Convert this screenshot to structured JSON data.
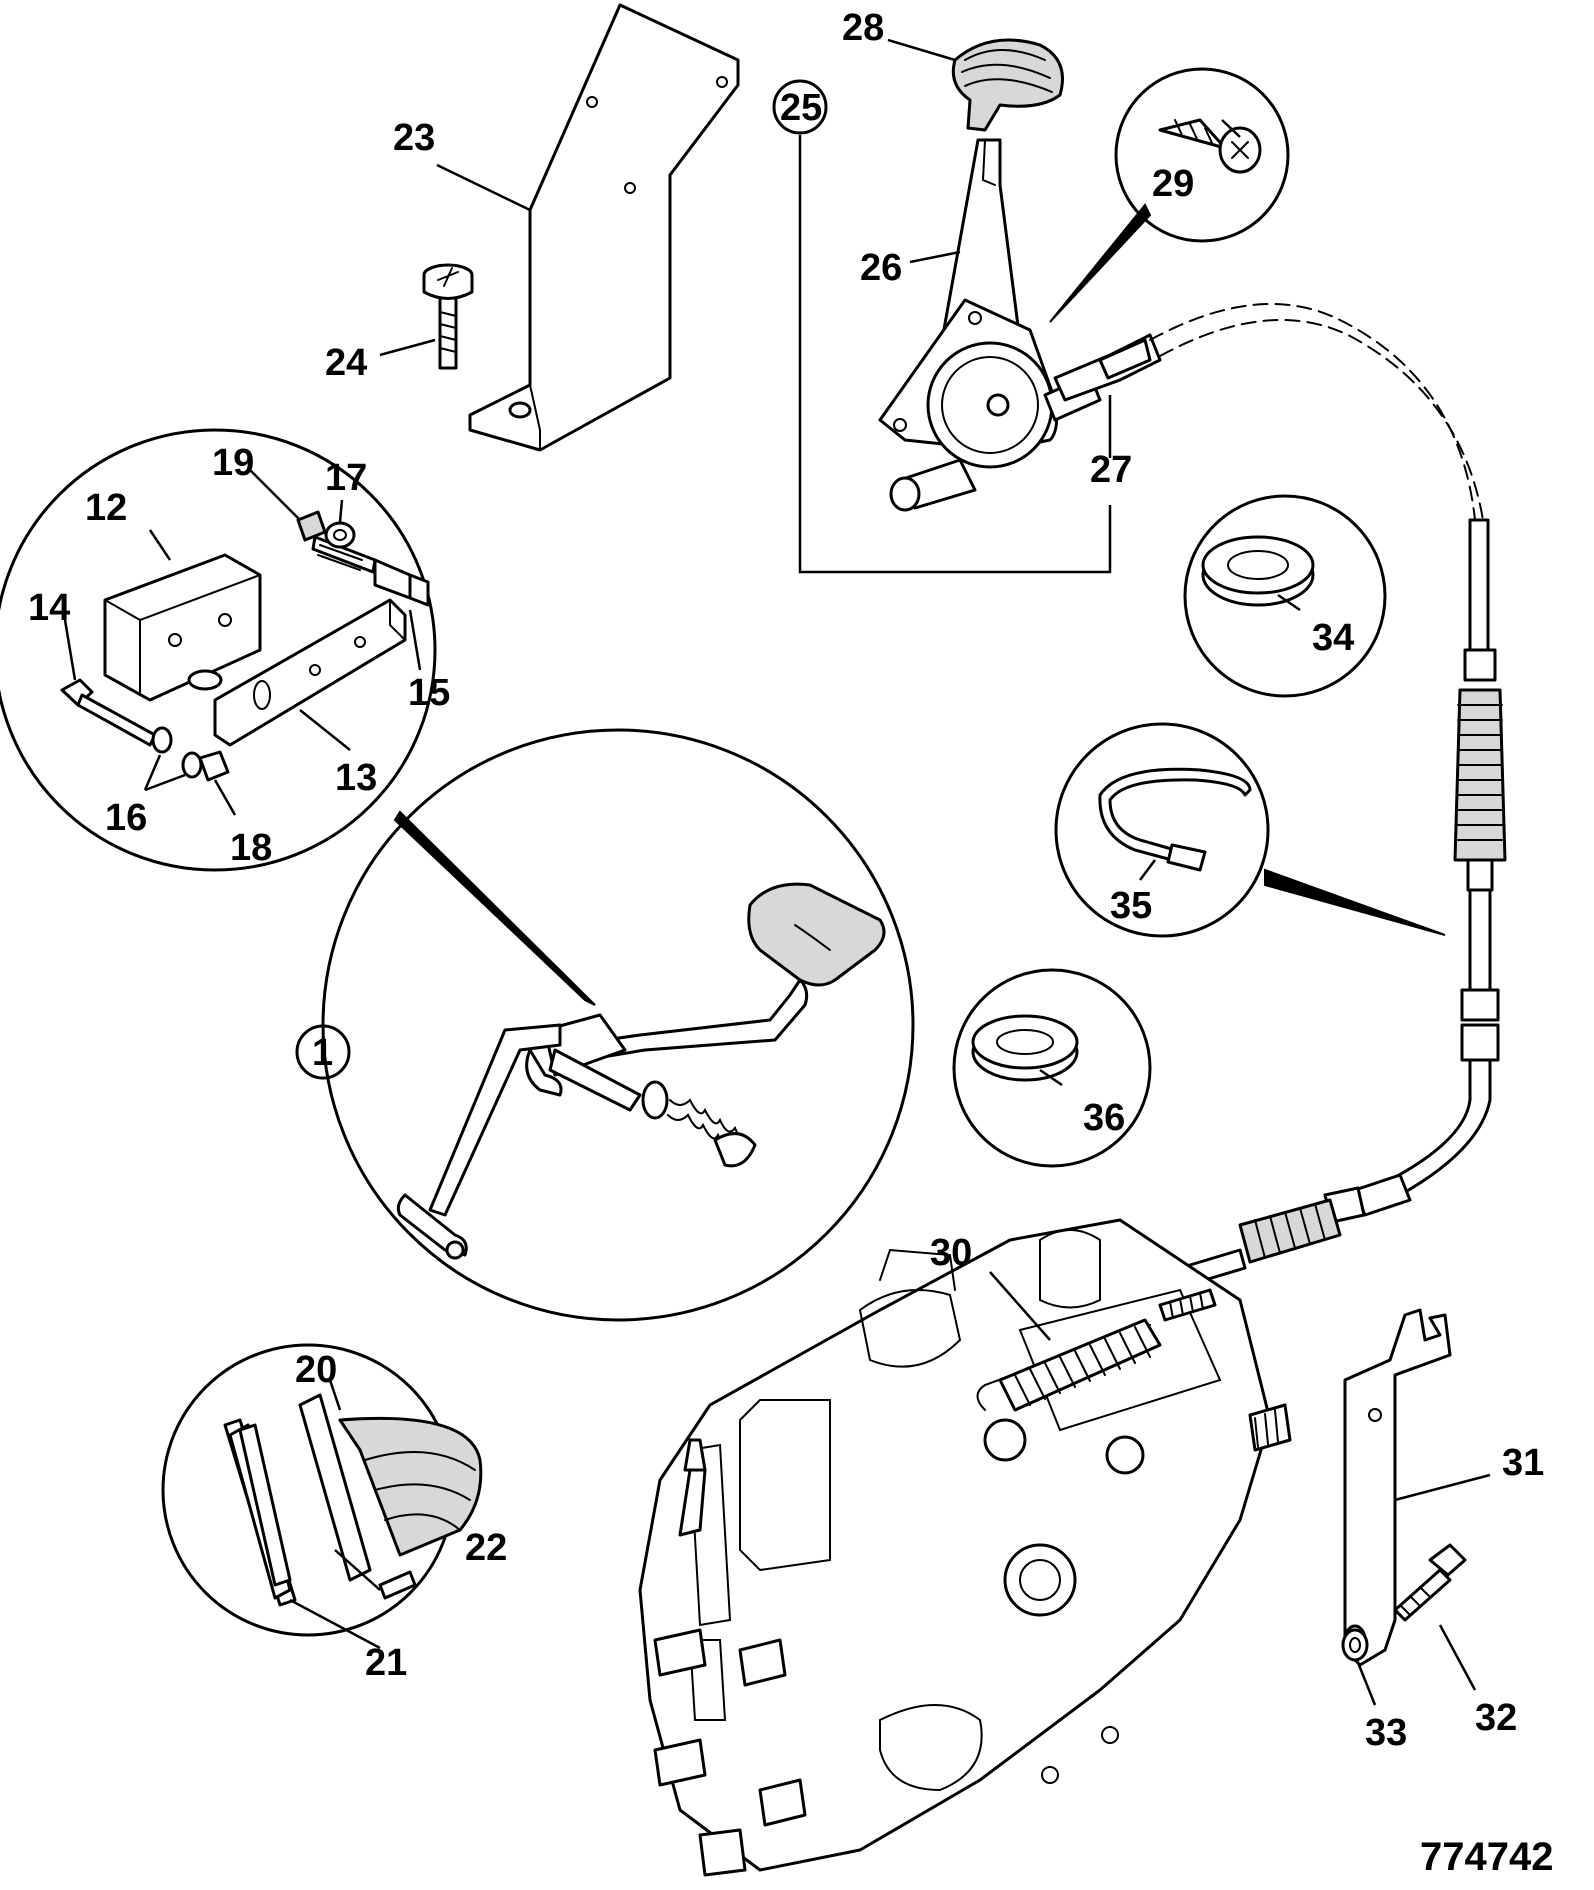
{
  "drawing_number": "774742",
  "callouts": {
    "c1": "1",
    "c12": "12",
    "c13": "13",
    "c14": "14",
    "c15": "15",
    "c16": "16",
    "c17": "17",
    "c18": "18",
    "c19": "19",
    "c20": "20",
    "c21": "21",
    "c22": "22",
    "c23": "23",
    "c24": "24",
    "c25": "25",
    "c26": "26",
    "c27": "27",
    "c28": "28",
    "c29": "29",
    "c30": "30",
    "c31": "31",
    "c32": "32",
    "c33": "33",
    "c34": "34",
    "c35": "35",
    "c36": "36"
  }
}
